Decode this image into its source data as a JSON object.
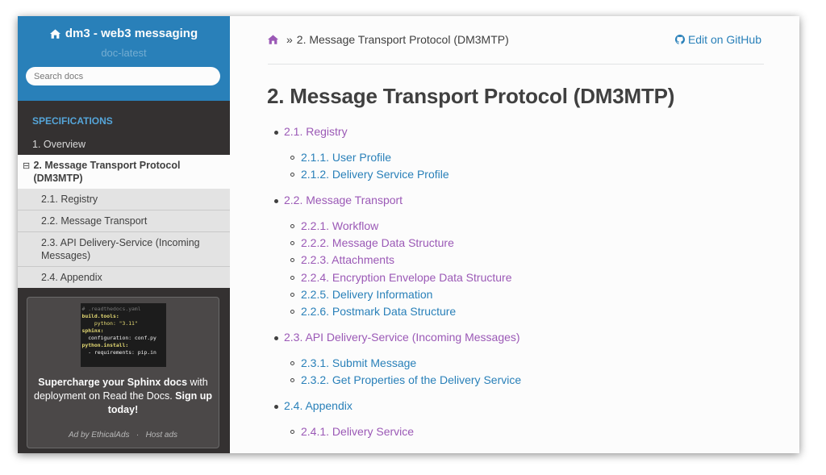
{
  "sidebar": {
    "project_title": "dm3 - web3 messaging",
    "version": "doc-latest",
    "search_placeholder": "Search docs",
    "caption": "SPECIFICATIONS",
    "items": [
      {
        "label": "1. Overview"
      },
      {
        "label": "2. Message Transport Protocol (DM3MTP)",
        "toggle": "⊟"
      }
    ],
    "subitems": [
      {
        "label": "2.1. Registry"
      },
      {
        "label": "2.2. Message Transport"
      },
      {
        "label": "2.3. API Delivery-Service (Incoming Messages)"
      },
      {
        "label": "2.4. Appendix"
      }
    ],
    "ad": {
      "code_lines": [
        "# .readthedocs.yaml",
        "build.tools:",
        "    python: \"3.11\"",
        "sphinx:",
        "  configuration: conf.py",
        "python.install:",
        "  - requirements: pip.in"
      ],
      "text_bold_1": "Supercharge your Sphinx docs",
      "text_plain": " with deployment on Read the Docs. ",
      "text_bold_2": "Sign up today!",
      "footer_left": "Ad by EthicalAds",
      "footer_sep": "·",
      "footer_right": "Host ads"
    }
  },
  "breadcrumb": {
    "sep": "»",
    "current": "2. Message Transport Protocol (DM3MTP)",
    "edit_label": "Edit on GitHub"
  },
  "page_title": "2. Message Transport Protocol (DM3MTP)",
  "toc": [
    {
      "label": "2.1. Registry",
      "children": [
        "2.1.1. User Profile",
        "2.1.2. Delivery Service Profile"
      ]
    },
    {
      "label": "2.2. Message Transport",
      "children": [
        "2.2.1. Workflow",
        "2.2.2. Message Data Structure",
        "2.2.3. Attachments",
        "2.2.4. Encryption Envelope Data Structure",
        "2.2.5. Delivery Information",
        "2.2.6. Postmark Data Structure"
      ]
    },
    {
      "label": "2.3. API Delivery-Service (Incoming Messages)",
      "children": [
        "2.3.1. Submit Message",
        "2.3.2. Get Properties of the Delivery Service"
      ]
    },
    {
      "label": "2.4. Appendix",
      "children": [
        "2.4.1. Delivery Service"
      ]
    }
  ],
  "colors": {
    "brand": "#2980b9",
    "visited_link": "#9b59b6",
    "sidebar_bg": "#343131",
    "caption": "#55a5d9"
  },
  "icons": [
    "home-icon",
    "github-icon"
  ]
}
